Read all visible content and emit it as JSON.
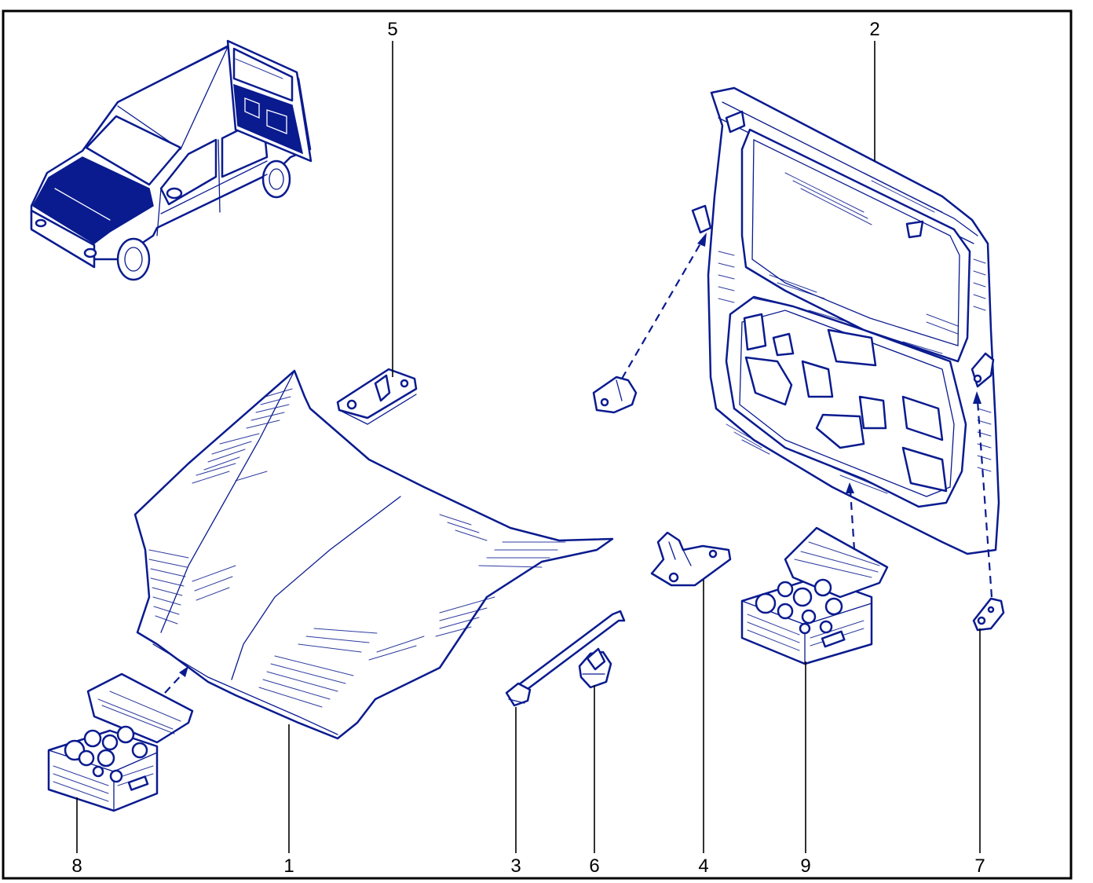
{
  "callouts": [
    {
      "id": "1",
      "label": "1"
    },
    {
      "id": "2",
      "label": "2"
    },
    {
      "id": "3",
      "label": "3"
    },
    {
      "id": "4",
      "label": "4"
    },
    {
      "id": "5",
      "label": "5"
    },
    {
      "id": "6",
      "label": "6"
    },
    {
      "id": "7",
      "label": "7"
    },
    {
      "id": "8",
      "label": "8"
    },
    {
      "id": "9",
      "label": "9"
    }
  ],
  "colors": {
    "line": "#0a1b8f",
    "frame": "#000000",
    "background": "#ffffff"
  },
  "parts": [
    {
      "name": "van-overview-illustration"
    },
    {
      "name": "bonnet-panel"
    },
    {
      "name": "tailgate-panel"
    },
    {
      "name": "support-rod"
    },
    {
      "name": "bracket"
    },
    {
      "name": "hinge"
    },
    {
      "name": "clip"
    },
    {
      "name": "fixing-kit-box"
    }
  ]
}
